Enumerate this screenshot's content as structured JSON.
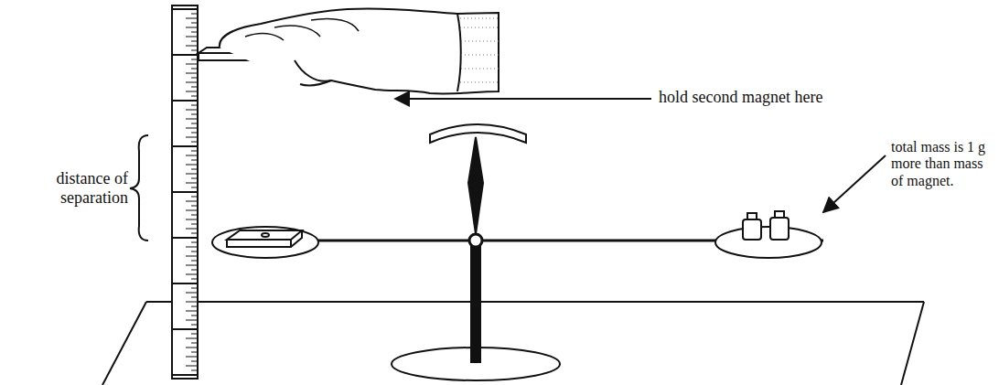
{
  "diagram": {
    "labels": [
      "distance of separation",
      "hold second magnet here",
      "total mass is 1 g more than mass of magnet."
    ]
  }
}
